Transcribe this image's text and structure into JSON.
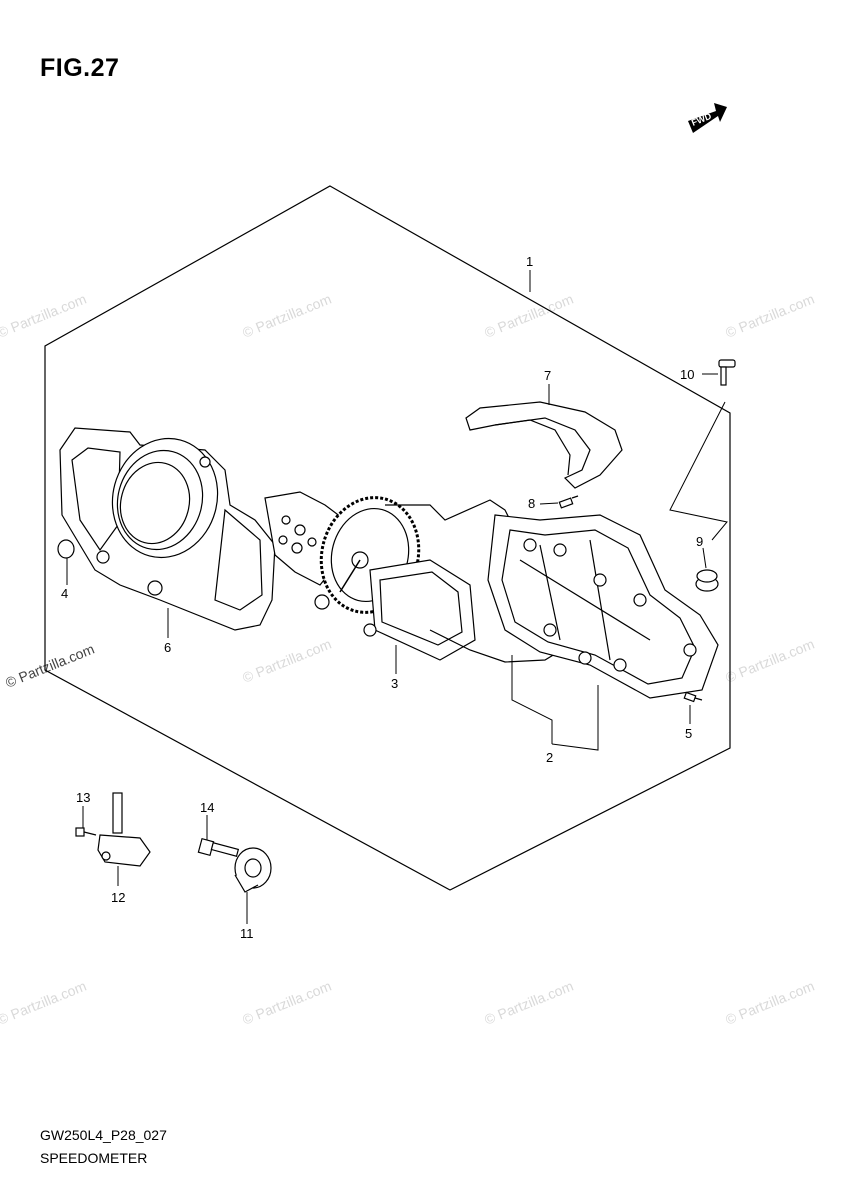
{
  "figure": {
    "title": "FIG.27"
  },
  "fwd_label": "FWD",
  "watermark": "© Partzilla.com",
  "callouts": [
    "1",
    "2",
    "3",
    "4",
    "5",
    "6",
    "7",
    "8",
    "9",
    "10",
    "11",
    "12",
    "13",
    "14"
  ],
  "footer": {
    "code": "GW250L4_P28_027",
    "title": "SPEEDOMETER"
  }
}
